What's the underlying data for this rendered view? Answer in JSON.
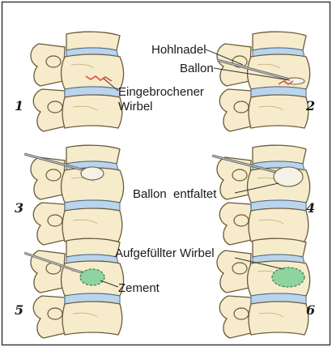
{
  "panels": [
    {
      "number": "1",
      "labels": [
        "Eingebrochener",
        "Wirbel"
      ]
    },
    {
      "number": "2",
      "labels": [
        "Hohlnadel",
        "Ballon"
      ]
    },
    {
      "number": "3",
      "labels": []
    },
    {
      "number": "4",
      "labels": [
        "Ballon  entfaltet"
      ]
    },
    {
      "number": "5",
      "labels": [
        "Zement"
      ]
    },
    {
      "number": "6",
      "labels": [
        "Aufgefüllter Wirbel"
      ]
    }
  ],
  "colors": {
    "frame": "#3a3a3a",
    "bone": "#f6eccb",
    "bone_outline": "#6b5a3a",
    "disc": "#b9d4ec",
    "disc_outline": "#4a6b8c",
    "fracture": "#e04a3c",
    "needle": "#6a6a6a",
    "balloon": "#f4f1e6",
    "cement": "#8fd4a0",
    "pointer": "#333333"
  }
}
